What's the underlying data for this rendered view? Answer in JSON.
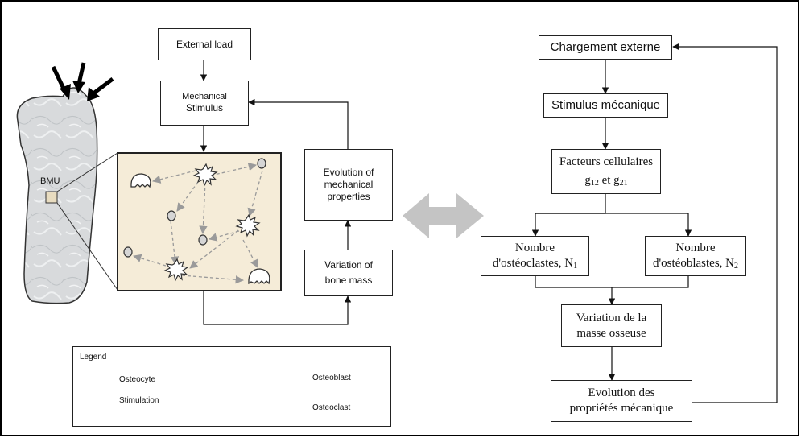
{
  "left": {
    "bmu_label": "BMU",
    "external_load": "External load",
    "mechanical_stimulus_line1": "Mechanical",
    "mechanical_stimulus_line2": "Stimulus",
    "evolution_line1": "Evolution of",
    "evolution_line2": "mechanical",
    "evolution_line3": "properties",
    "variation_line1": "Variation of",
    "variation_line2": "bone mass"
  },
  "legend": {
    "title": "Legend",
    "osteocyte": "Osteocyte",
    "stimulation": "Stimulation",
    "osteoblast": "Osteoblast",
    "osteoclast": "Osteoclast"
  },
  "right": {
    "chargement": "Chargement externe",
    "stimulus": "Stimulus mécanique",
    "facteurs_line1": "Facteurs cellulaires",
    "facteurs_g1": "g",
    "facteurs_g1_sub": "12",
    "facteurs_mid": " et g",
    "facteurs_g2_sub": "21",
    "osteoclastes_line1": "Nombre",
    "osteoclastes_line2": "d'ostéoclastes, N",
    "osteoclastes_sub": "1",
    "osteoblastes_line1": "Nombre",
    "osteoblastes_line2": "d'ostéoblastes, N",
    "osteoblastes_sub": "2",
    "variation_line1": "Variation de la",
    "variation_line2": "masse osseuse",
    "evolution_line1": "Evolution des",
    "evolution_line2": "propriétés mécanique"
  },
  "colors": {
    "panel_fill": "#f5ecd8",
    "bone_fill": "#d7d9db",
    "arrow_gray": "#c4c4c4",
    "dashed_arrow": "#9a9a9a"
  }
}
